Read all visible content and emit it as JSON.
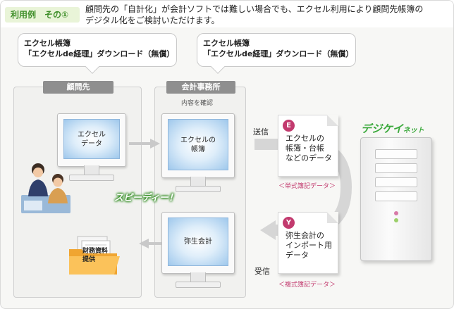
{
  "header": {
    "tag_left": "利用例",
    "tag_right": "その①",
    "headline_line1": "顧問先の「自計化」が会計ソフトでは難しい場合でも、エクセル利用により顧問先帳簿の",
    "headline_line2": "デジタル化をご検討いただけます。"
  },
  "bubbles": [
    {
      "line1": "エクセル帳簿",
      "line2": "「エクセルde経理」ダウンロード（無償）"
    },
    {
      "line1": "エクセル帳簿",
      "line2": "「エクセルde経理」ダウンロード（無償）"
    }
  ],
  "client_panel": {
    "label": "顧問先",
    "monitor_text_1": "エクセル",
    "monitor_text_2": "データ",
    "folder_line1": "財務資料",
    "folder_line2": "提供"
  },
  "office_panel": {
    "label": "会計事務所",
    "sublabel": "内容を確認",
    "monitor1_line1": "エクセルの",
    "monitor1_line2": "帳簿",
    "monitor2_text": "弥生会計",
    "speedy": "スピーディー！"
  },
  "flow": {
    "send": "送信",
    "receive": "受信"
  },
  "docs": [
    {
      "badge": "E",
      "line1": "エクセルの",
      "line2": "帳簿・台帳",
      "line3": "などのデータ",
      "caption": "＜単式簿記データ＞"
    },
    {
      "badge": "Y",
      "line1": "弥生会計の",
      "line2": "インポート用",
      "line3": "データ",
      "caption": "＜複式簿記データ＞"
    }
  ],
  "brand": {
    "main": "デジケイ",
    "suffix": "ネット"
  },
  "colors": {
    "accent_green": "#3f8f2a",
    "brand_green": "#39a83a",
    "magenta": "#c23a6e",
    "panel_label": "#8f8f8f",
    "screen_blue": "#9fc8ec"
  }
}
